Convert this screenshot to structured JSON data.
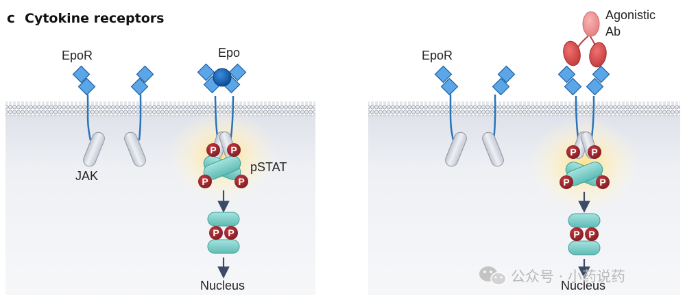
{
  "figure": {
    "panel_letter": "c",
    "title": "Cytokine receptors"
  },
  "left_panel": {
    "receptor_label": "EpoR",
    "ligand_label": "Epo",
    "kinase_label": "JAK",
    "stat_label": "pSTAT",
    "phospho_label": "P",
    "destination_label": "Nucleus"
  },
  "right_panel": {
    "receptor_label": "EpoR",
    "antibody_label_line1": "Agonistic",
    "antibody_label_line2": "Ab",
    "phospho_label": "P",
    "destination_label": "Nucleus"
  },
  "watermark": {
    "text": "公众号 · 小药说药",
    "icon": "wechat-icon"
  },
  "colors": {
    "receptor": "#4a90d9",
    "ligand": "#1565b0",
    "antibody": "#d84848",
    "stat": "#7fd0cb",
    "phospho": "#a0282d",
    "kinase": "#d5d8e0",
    "glow": "#ffd76a",
    "cytoplasm": "#eceef3"
  }
}
